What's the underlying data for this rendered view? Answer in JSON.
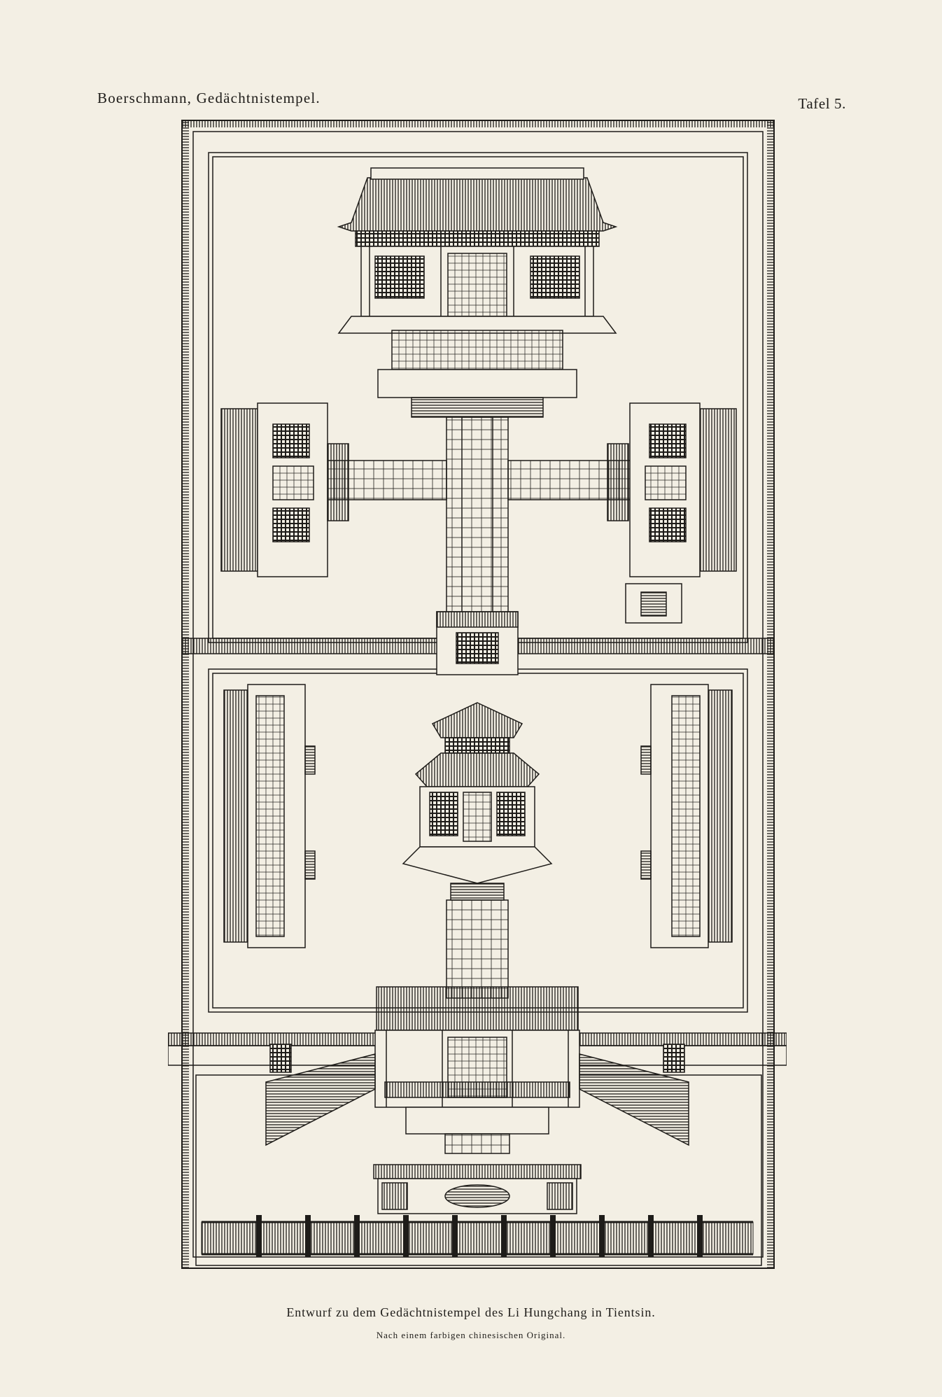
{
  "page": {
    "running_head_left": "Boerschmann, Gedächtnistempel.",
    "running_head_right": "Tafel 5.",
    "caption": "Entwurf zu dem Gedächtnistempel des Li Hungchang in Tientsin.",
    "subcaption": "Nach einem farbigen chinesischen Original."
  },
  "colors": {
    "paper": "#f3efe4",
    "ink": "#1e1c19"
  }
}
